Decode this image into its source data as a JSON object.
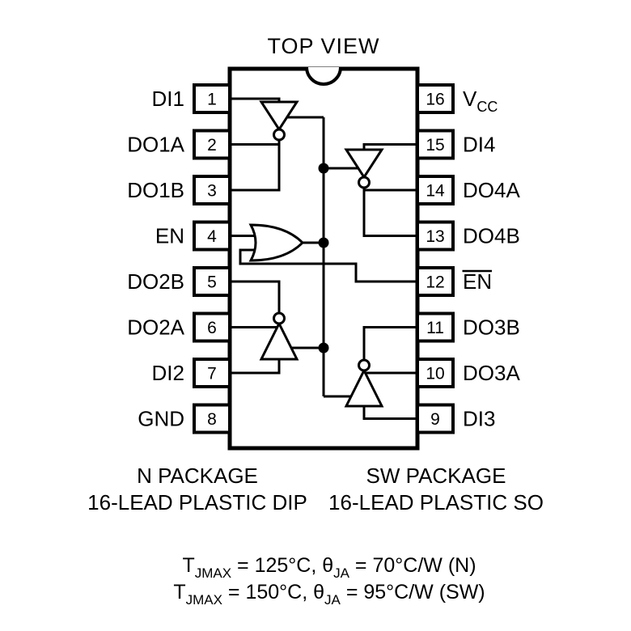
{
  "title": "TOP VIEW",
  "pins": {
    "left": [
      {
        "num": "1",
        "label": "DI1"
      },
      {
        "num": "2",
        "label": "DO1A"
      },
      {
        "num": "3",
        "label": "DO1B"
      },
      {
        "num": "4",
        "label": "EN"
      },
      {
        "num": "5",
        "label": "DO2B"
      },
      {
        "num": "6",
        "label": "DO2A"
      },
      {
        "num": "7",
        "label": "DI2"
      },
      {
        "num": "8",
        "label": "GND"
      }
    ],
    "right": [
      {
        "num": "16",
        "label": "V",
        "label_sub": "CC"
      },
      {
        "num": "15",
        "label": "DI4"
      },
      {
        "num": "14",
        "label": "DO4A"
      },
      {
        "num": "13",
        "label": "DO4B"
      },
      {
        "num": "12",
        "label": "EN",
        "overline": true
      },
      {
        "num": "11",
        "label": "DO3B"
      },
      {
        "num": "10",
        "label": "DO3A"
      },
      {
        "num": "9",
        "label": "DI3"
      }
    ]
  },
  "packages": {
    "left": {
      "line1": "N PACKAGE",
      "line2": "16-LEAD PLASTIC DIP"
    },
    "right": {
      "line1": "SW PACKAGE",
      "line2": "16-LEAD PLASTIC SO"
    }
  },
  "thermal": {
    "line1": {
      "t": "T",
      "t_sub": "JMAX",
      "mid": " = 125°C, θ",
      "theta_sub": "JA",
      "end": " = 70°C/W (N)"
    },
    "line2": {
      "t": "T",
      "t_sub": "JMAX",
      "mid": " = 150°C, θ",
      "theta_sub": "JA",
      "end": " = 95°C/W (SW)"
    }
  },
  "colors": {
    "ink": "#000000",
    "paper": "#ffffff"
  }
}
